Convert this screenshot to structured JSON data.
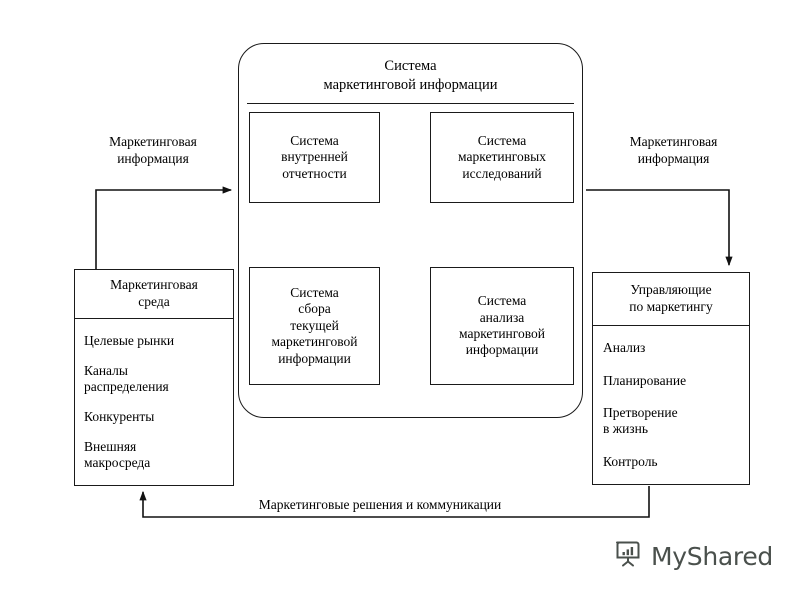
{
  "diagram": {
    "title": "Система маркетинговой информации",
    "container": {
      "title_line1": "Система",
      "title_line2": "маркетинговой информации"
    },
    "nodes": {
      "internal_reporting": {
        "line1": "Система",
        "line2": "внутренней",
        "line3": "отчетности"
      },
      "marketing_research": {
        "line1": "Система",
        "line2": "маркетинговых",
        "line3": "исследований"
      },
      "current_info_collection": {
        "line1": "Система",
        "line2": "сбора",
        "line3": "текущей",
        "line4": "маркетинговой",
        "line5": "информации"
      },
      "information_analysis": {
        "line1": "Система",
        "line2": "анализа",
        "line3": "маркетинговой",
        "line4": "информации"
      },
      "marketing_environment": {
        "header_line1": "Маркетинговая",
        "header_line2": "среда",
        "items": [
          "Целевые рынки",
          "Каналы\nраспределения",
          "Конкуренты",
          "Внешняя\nмакросреда"
        ]
      },
      "marketing_managers": {
        "header_line1": "Управляющие",
        "header_line2": "по маркетингу",
        "items": [
          "Анализ",
          "Планирование",
          "Претворение\nв жизнь",
          "Контроль"
        ]
      }
    },
    "edge_labels": {
      "info_in": "Маркетинговая\nинформация",
      "info_out": "Маркетинговая\nинформация",
      "decisions": "Маркетинговые решения и коммуникации"
    },
    "colors": {
      "stroke": "#1a1a1a",
      "background": "#ffffff",
      "watermark_text": "#4a504c"
    }
  },
  "watermark": {
    "label": "MyShared",
    "icon": "presentation-chart-icon"
  }
}
